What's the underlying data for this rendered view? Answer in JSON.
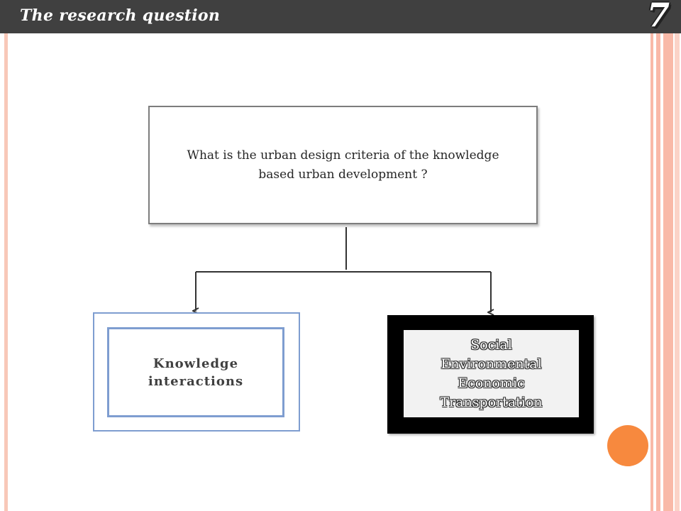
{
  "header": {
    "title": "The research question",
    "slide_number": "7"
  },
  "diagram": {
    "question": "What is the urban design criteria of the knowledge based urban development ?",
    "left_node": {
      "lines": [
        "Knowledge",
        "interactions"
      ]
    },
    "right_node": {
      "lines": [
        "Social",
        "Environmental",
        "Economic",
        "Transportation"
      ]
    }
  },
  "colors": {
    "title_bar": "#404040",
    "accent_orange": "#f7893e",
    "stripe_pink": "#f9b9a8",
    "left_border_blue": "#7e9dd0",
    "right_frame": "#000000"
  }
}
